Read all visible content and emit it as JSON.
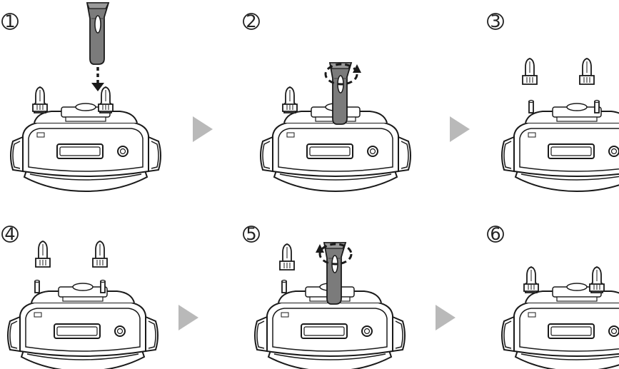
{
  "steps": [
    {
      "number": "1",
      "action": "place-tool",
      "device": "probes-installed"
    },
    {
      "number": "2",
      "action": "tool-unscrew",
      "device": "one-probe-with-tool"
    },
    {
      "number": "3",
      "action": "probes-removed",
      "device": "posts-bare"
    },
    {
      "number": "4",
      "action": "new-probes",
      "device": "posts-bare"
    },
    {
      "number": "5",
      "action": "tool-tighten",
      "device": "one-probe-with-tool"
    },
    {
      "number": "6",
      "action": "done",
      "device": "probes-installed"
    }
  ],
  "arrows": [
    "next-step-arrow",
    "next-step-arrow",
    "next-step-arrow",
    "next-step-arrow"
  ],
  "colors": {
    "line": "#1a1a1a",
    "tool": "#7b7b7b",
    "tool_dark": "#4a4a4a",
    "arrow": "#b9b9b9",
    "probe": "#6e6e6e",
    "body_fill": "#ffffff"
  },
  "icons": {
    "device": "collar-receiver-icon",
    "tool": "probe-wrench-icon",
    "arrow": "triangle-right-icon",
    "rotate": "rotate-arrow-icon",
    "down": "dashed-down-arrow-icon"
  }
}
